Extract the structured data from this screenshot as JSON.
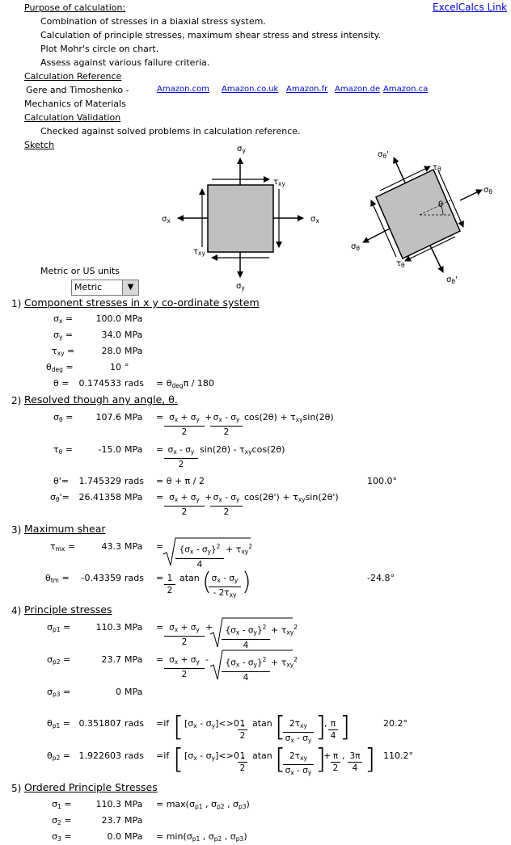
{
  "header": {
    "purpose_title": "Purpose of calculation:",
    "excelcalcs_link": "ExcelCalcs Link",
    "purpose_lines": [
      "Combination of stresses in a biaxial stress system.",
      "Calculation of principle stresses, maximum shear stress and stress intensity.",
      "Plot Mohr's circle on chart.",
      "Assess against various failure criteria."
    ],
    "reference_title": "Calculation Reference",
    "reference_line1": "Gere and Timoshenko -",
    "reference_line2": "Mechanics of Materials",
    "store_links": [
      "Amazon.com",
      "Amazon.co.uk",
      "Amazon.fr",
      "Amazon.de",
      "Amazon.ca"
    ],
    "validation_title": "Calculation Validation",
    "validation_line": "Checked against solved problems in calculation reference.",
    "sketch_title": "Sketch"
  },
  "units": {
    "label": "Metric or US units",
    "selected": "Metric"
  },
  "sections": {
    "s1_num": "1)",
    "s1_title": "Component stresses in x y co-ordinate system",
    "s2_num": "2)",
    "s2_title": "Resolved though any angle, θ.",
    "s3_num": "3)",
    "s3_title": "Maximum shear",
    "s4_num": "4)",
    "s4_title": "Principle stresses",
    "s5_num": "5)",
    "s5_title": "Ordered Principle Stresses"
  },
  "values": {
    "sx": "100.0",
    "sy": "34.0",
    "txy": "28.0",
    "theta_deg": "10",
    "theta": "0.174533",
    "s_theta": "107.6",
    "t_theta": "-15.0",
    "theta_p": "1.745329",
    "theta_p_deg": "100.0°",
    "s_theta_p": "26.41358",
    "tmx": "43.3",
    "theta_tm": "-0.43359",
    "theta_tm_deg": "-24.8°",
    "sp1": "110.3",
    "sp2": "23.7",
    "sp3": "0",
    "theta_p1": "0.351807",
    "theta_p1_deg": "20.2°",
    "theta_p2": "1.922603",
    "theta_p2_deg": "110.2°",
    "s1": "110.3",
    "s2": "23.7",
    "s3": "0.0"
  },
  "unit_labels": {
    "mpa": "MPa",
    "rads": "rads",
    "deg": "°"
  },
  "text": {
    "plus": "+",
    "minus": "-",
    "two": "2",
    "four": "4",
    "eq_theta_rad": "= θdegπ / 180",
    "eq_theta_p": "= θ + π / 2",
    "if_open": "=if",
    "cond": "[σx - σy]<>0 ,",
    "atan": "atan",
    "max_expr": "= max(σp1 , σp2 , σp3)",
    "min_expr": "= min(σp1 , σp2 , σp3)"
  }
}
